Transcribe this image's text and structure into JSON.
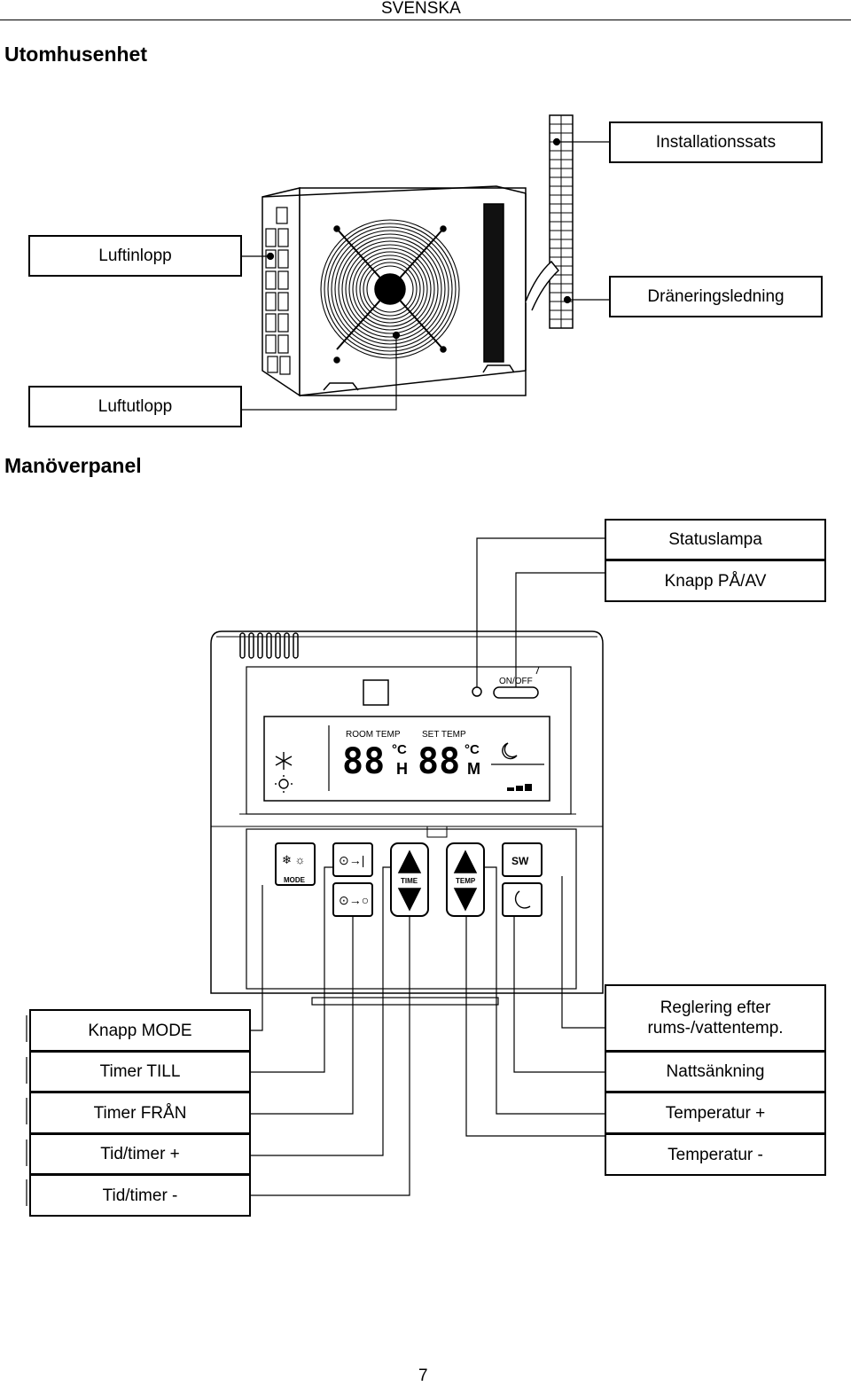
{
  "header": {
    "language": "SVENSKA"
  },
  "sections": {
    "outdoor_title": "Utomhusenhet",
    "panel_title": "Manöverpanel"
  },
  "outdoor_labels": {
    "installation_kit": "Installationssats",
    "air_inlet": "Luftinlopp",
    "drain_line": "Dräneringsledning",
    "air_outlet": "Luftutlopp"
  },
  "panel_labels": {
    "status_lamp": "Statuslampa",
    "on_off_button": "Knapp PÅ/AV",
    "mode_button": "Knapp MODE",
    "timer_on": "Timer TILL",
    "timer_off": "Timer FRÅN",
    "time_plus": "Tid/timer +",
    "time_minus": "Tid/timer -",
    "regulation": "Reglering efter rums-/vattentemp.",
    "night_setback": "Nattsänkning",
    "temp_plus": "Temperatur +",
    "temp_minus": "Temperatur -"
  },
  "device": {
    "on_off_text": "ON/OFF",
    "room_temp": "ROOM TEMP",
    "set_temp": "SET TEMP",
    "digits_left": "88",
    "digits_right": "88",
    "unit": "°C",
    "mode_h": "H",
    "mode_m": "M",
    "btn_mode": "MODE",
    "btn_time": "TIME",
    "btn_temp": "TEMP",
    "btn_sw": "SW"
  },
  "footer": {
    "page_number": "7"
  }
}
